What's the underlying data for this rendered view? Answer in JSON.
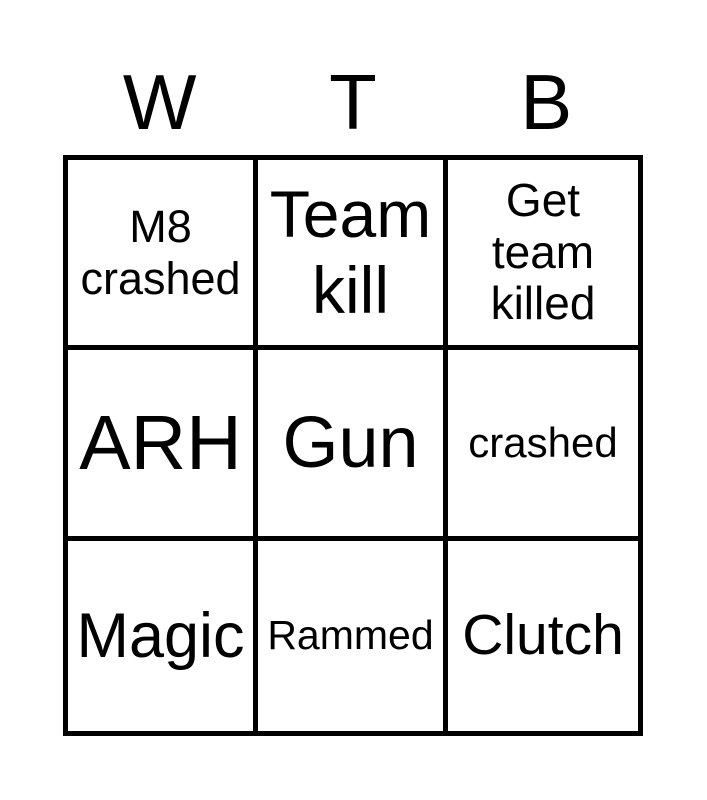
{
  "card": {
    "header_letters": [
      "W",
      "T",
      "B"
    ],
    "cells": [
      {
        "text": "M8 crashed"
      },
      {
        "text": "Team kill"
      },
      {
        "text": "Get team killed"
      },
      {
        "text": "ARH"
      },
      {
        "text": "Gun"
      },
      {
        "text": "crashed"
      },
      {
        "text": "Magic"
      },
      {
        "text": "Rammed"
      },
      {
        "text": "Clutch"
      }
    ],
    "grid": {
      "rows": 3,
      "cols": 3
    },
    "colors": {
      "ink": "#000000",
      "background": "#ffffff"
    }
  }
}
